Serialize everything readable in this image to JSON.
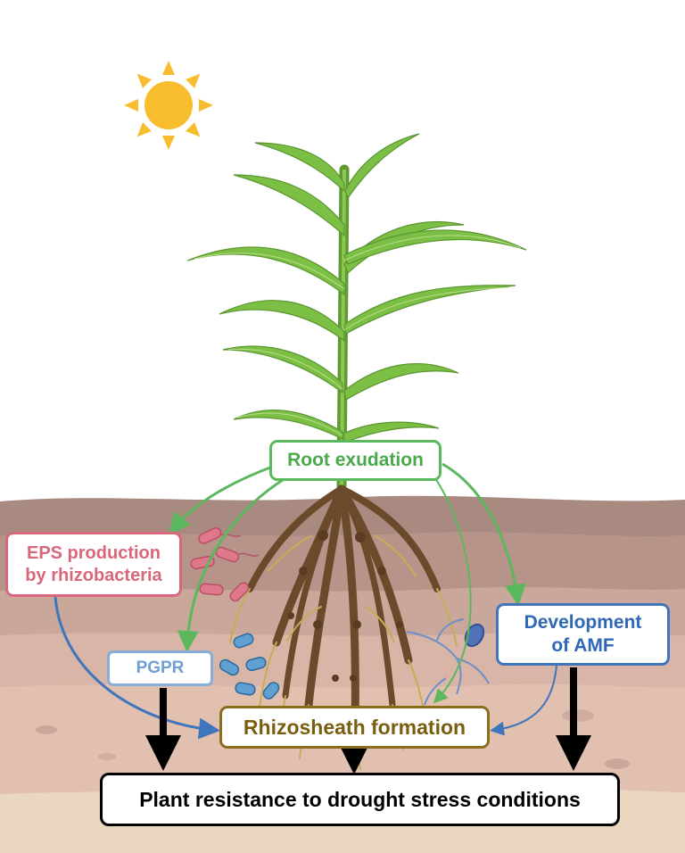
{
  "boxes": {
    "root_exudation": "Root exudation",
    "eps_line1": "EPS production",
    "eps_line2": "by rhizobacteria",
    "pgpr": "PGPR",
    "amf_line1": "Development",
    "amf_line2": "of AMF",
    "rhizosheath": "Rhizosheath formation",
    "result": "Plant resistance to drought stress conditions"
  },
  "colors": {
    "root_exudation": "#5cb85c",
    "eps": "#d9677c",
    "pgpr": "#86aed9",
    "amf": "#3f75bd",
    "rhizosheath": "#8a6e1e",
    "result": "#000000",
    "sun": "#f7bd2e",
    "leaf": "#7cbf45",
    "root": "#6b4a2b",
    "soil_top": "#a88a80",
    "soil_mid": "#c9a79b",
    "soil_low": "#e2c0b0",
    "soil_base": "#ead7c0"
  },
  "icons": [
    "sun-icon",
    "maize-plant-icon",
    "root-system-icon",
    "rhizobacteria-icon",
    "pgpr-bacteria-icon",
    "amf-hyphae-icon"
  ]
}
